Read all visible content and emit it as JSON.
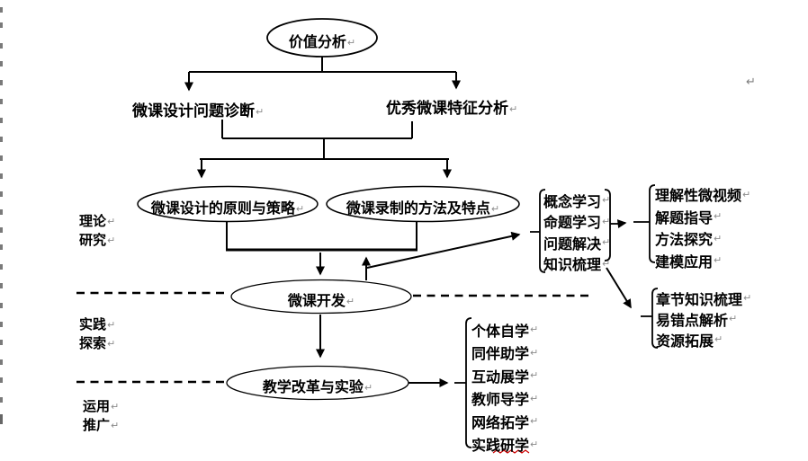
{
  "icons": {
    "return_mark": "↵"
  },
  "nodes": {
    "value_analysis": "价值分析",
    "problem_diagnosis": "微课设计问题诊断",
    "feature_analysis": "优秀微课特征分析",
    "design_principles": "微课设计的原则与策略",
    "recording_methods": "微课录制的方法及特点",
    "course_development": "微课开发",
    "teaching_reform": "教学改革与实验"
  },
  "phases": [
    {
      "label_lines": [
        "理论",
        "研究"
      ]
    },
    {
      "label_lines": [
        "实践",
        "探索"
      ]
    },
    {
      "label_lines": [
        "运用",
        "推广"
      ]
    }
  ],
  "lists": {
    "learning_types": [
      "概念学习",
      "命题学习",
      "问题解决",
      "知识梳理"
    ],
    "video_types": [
      "理解性微视频",
      "解题指导",
      "方法探究",
      "建模应用"
    ],
    "knowledge_resources": [
      "章节知识梳理",
      "易错点解析",
      "资源拓展"
    ],
    "learning_modes": [
      "个体自学",
      "同伴助学",
      "互动展学",
      "教师导学",
      "网络拓学",
      "实践研学"
    ]
  },
  "margin_marks_y": [
    8,
    25,
    48,
    68,
    89,
    110,
    131,
    152,
    173,
    193,
    213,
    233,
    253,
    272,
    294,
    315,
    337,
    358,
    378,
    400,
    420,
    442,
    461
  ]
}
